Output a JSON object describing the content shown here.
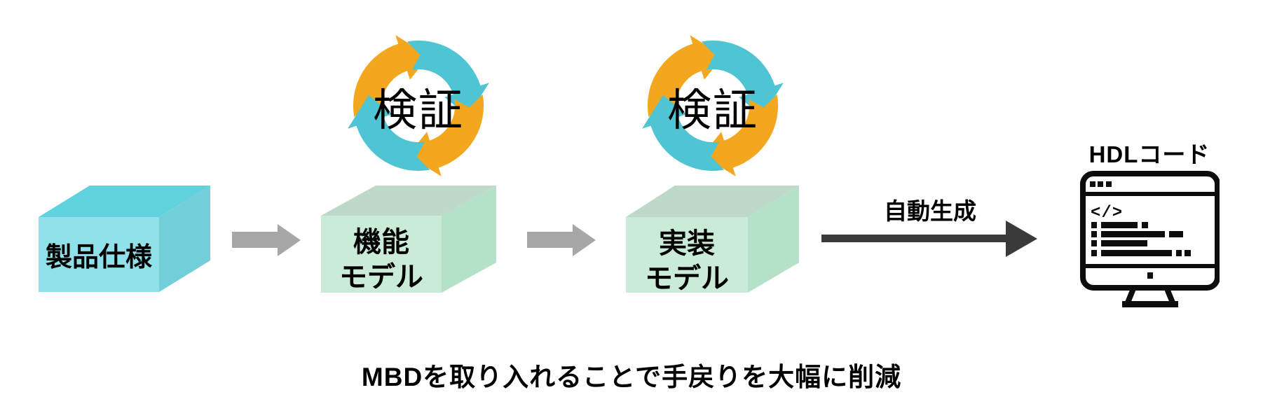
{
  "diagram": {
    "boxes": [
      {
        "id": "product-spec",
        "label": "製品仕様"
      },
      {
        "id": "functional-model",
        "label": "機能\nモデル"
      },
      {
        "id": "implementation-model",
        "label": "実装\nモデル"
      }
    ],
    "cycles": [
      {
        "label": "検証"
      },
      {
        "label": "検証"
      }
    ],
    "auto_generate_arrow": {
      "label": "自動生成"
    },
    "output": {
      "label": "HDLコード",
      "code_glyph": "</>"
    },
    "caption": "MBDを取り入れることで手戻りを大幅に削減"
  },
  "colors": {
    "orange": "#F2A71E",
    "teal": "#4FC4D3",
    "cyan_front": "#8FE0E9",
    "cyan_top": "#60D2DE",
    "cyan_side": "#72CFDA",
    "green_front": "#C9EBD8",
    "green_top": "#BED9C9",
    "green_side": "#B6E1C9",
    "gray_arrow": "#A7A7A7",
    "dark_arrow": "#3A3A3A",
    "icon_black": "#0D0D0D"
  }
}
